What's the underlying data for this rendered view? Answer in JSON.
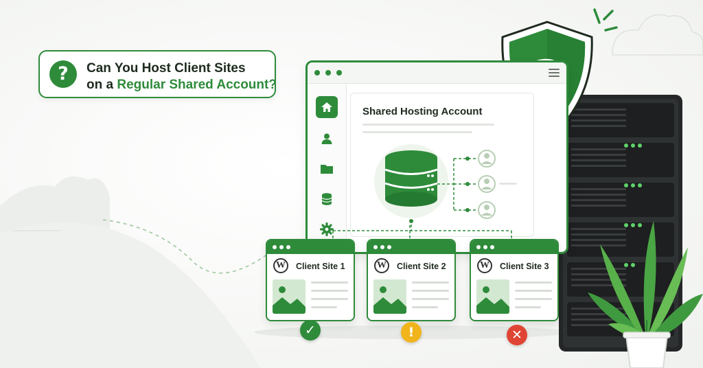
{
  "headline": {
    "line1": "Can You Host Client Sites",
    "line2_prefix": "on a ",
    "line2_accent": "Regular Shared Account?",
    "icon": "question-icon",
    "icon_glyph": "?"
  },
  "window": {
    "sidebar_icons": [
      "home-icon",
      "user-icon",
      "folder-icon",
      "database-icon",
      "gear-icon"
    ],
    "panel_title": "Shared Hosting Account"
  },
  "sites": [
    {
      "title": "Client Site 1",
      "status": "ok",
      "status_glyph": "✓",
      "status_color": "#2e8b3a"
    },
    {
      "title": "Client Site 2",
      "status": "warning",
      "status_glyph": "!",
      "status_color": "#f2b41b"
    },
    {
      "title": "Client Site 3",
      "status": "error",
      "status_glyph": "✕",
      "status_color": "#e04434"
    }
  ],
  "shield": {
    "glyph": "?",
    "icon": "shield-question-icon"
  },
  "colors": {
    "brand_green": "#2e8b3a",
    "light_green": "#d3e8d1",
    "server_dark": "#2a2c2d",
    "led_green": "#5fd36a"
  }
}
